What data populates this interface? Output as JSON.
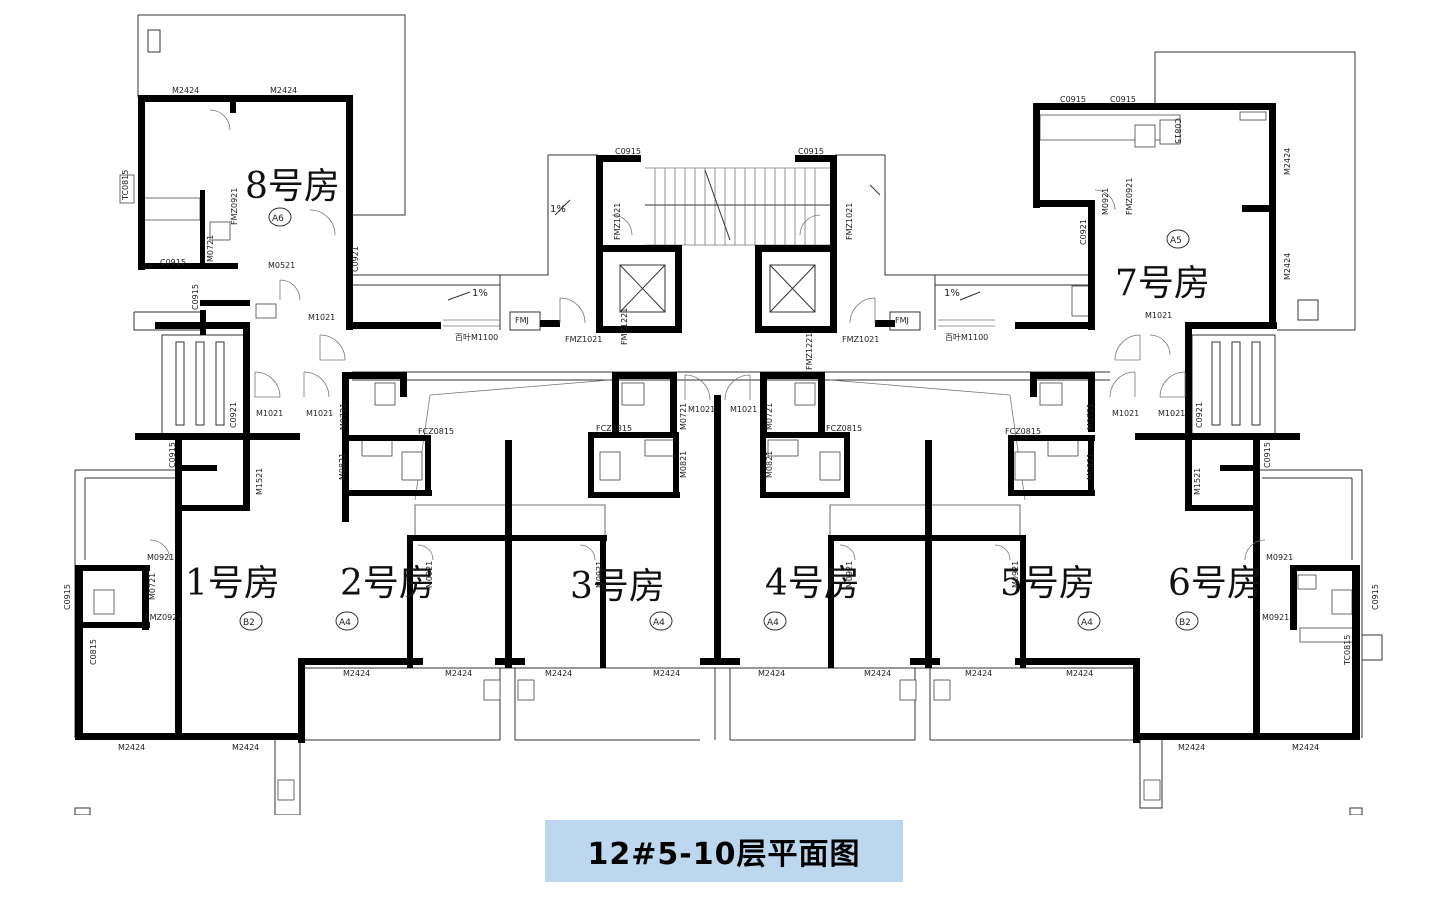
{
  "title": "12#5-10层平面图",
  "units": [
    {
      "name": "1号房",
      "type": "B2"
    },
    {
      "name": "2号房",
      "type": "A4"
    },
    {
      "name": "3号房",
      "type": "A4"
    },
    {
      "name": "4号房",
      "type": "A4"
    },
    {
      "name": "5号房",
      "type": "A4"
    },
    {
      "name": "6号房",
      "type": "B2"
    },
    {
      "name": "7号房",
      "type": "A5"
    },
    {
      "name": "8号房",
      "type": "A6"
    }
  ],
  "slope_label": "1%",
  "door_codes": {
    "m2424": "M2424",
    "m1021": "M1021",
    "m0921": "M0921",
    "m0821": "M0821",
    "m0721": "M0721",
    "m0521": "M0521",
    "m1521": "M1521",
    "c0915": "C0915",
    "c0921": "C0921",
    "c0815": "C0815",
    "fcz0815": "FCZ0815",
    "fmz1021": "FMZ1021",
    "fmz1221": "FMZ1221",
    "fmz0921": "FMZ0921",
    "tc0815": "TC0815",
    "fmj": "FMJ",
    "m1100": "百叶M1100"
  }
}
